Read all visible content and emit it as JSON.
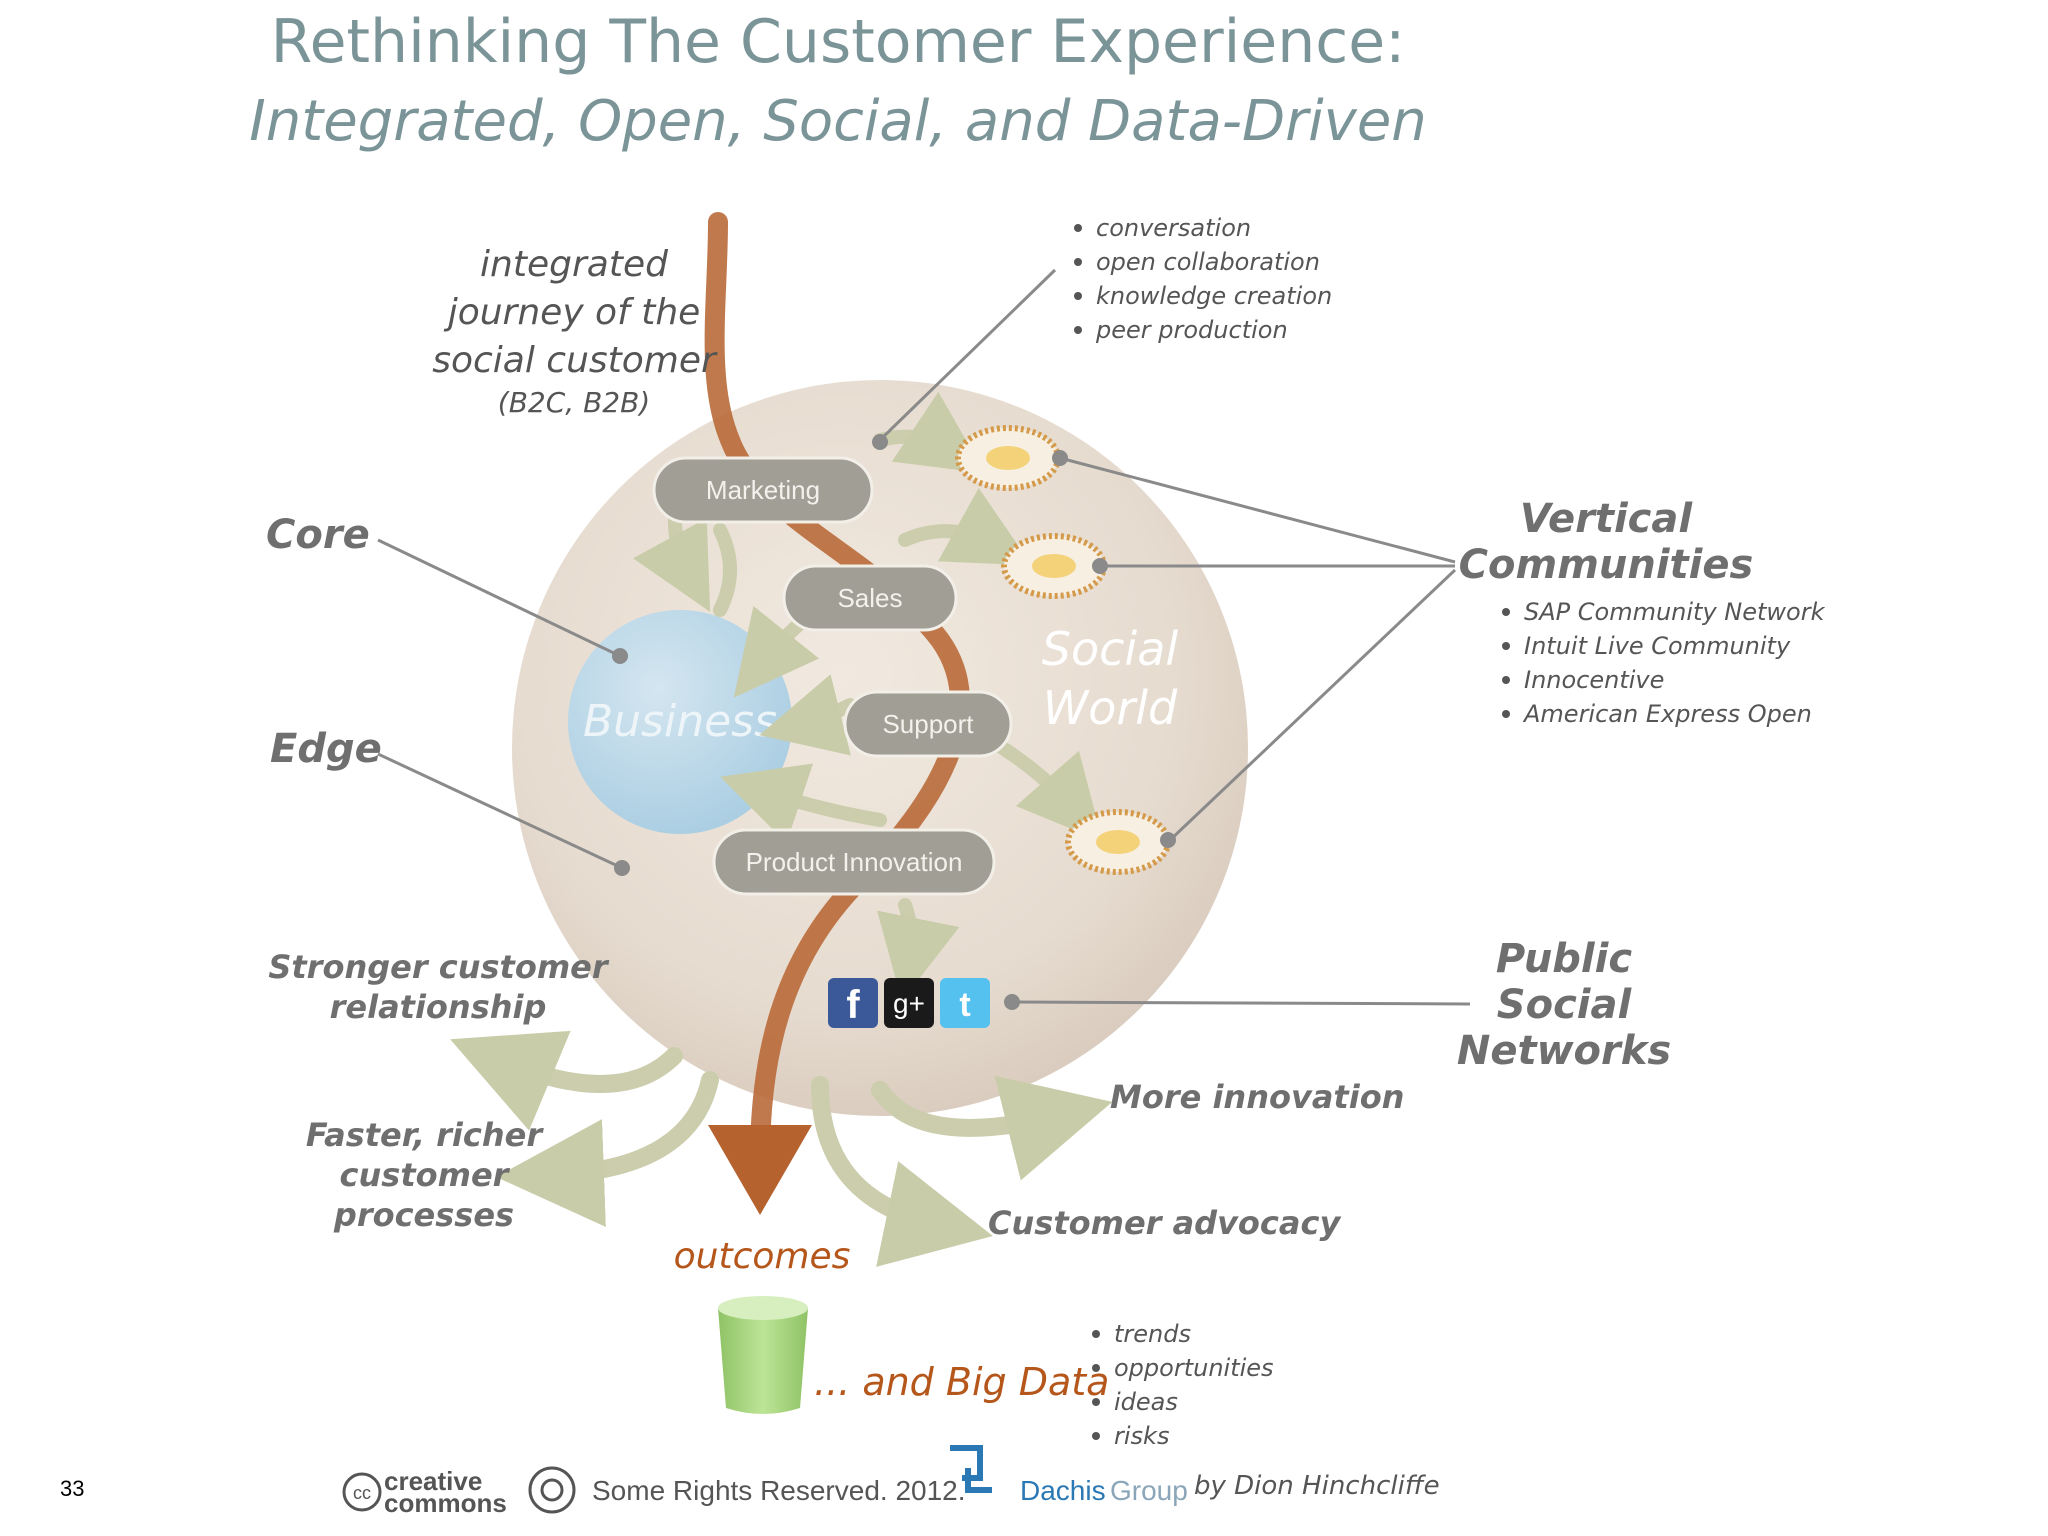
{
  "title": {
    "line1": "Rethinking The Customer Experience:",
    "line2": "Integrated, Open, Social, and Data-Driven"
  },
  "journey": {
    "line1": "integrated",
    "line2": "journey of the",
    "line3": "social customer",
    "line4": "(B2C, B2B)"
  },
  "top_bullets": [
    "conversation",
    "open collaboration",
    "knowledge creation",
    "peer production"
  ],
  "labels": {
    "core": "Core",
    "edge": "Edge",
    "business": "Business",
    "social_line1": "Social",
    "social_line2": "World"
  },
  "pills": {
    "marketing": "Marketing",
    "sales": "Sales",
    "support": "Support",
    "product": "Product Innovation"
  },
  "vertical": {
    "line1": "Vertical",
    "line2": "Communities",
    "items": [
      "SAP Community Network",
      "Intuit Live Community",
      "Innocentive",
      "American Express Open"
    ]
  },
  "public": {
    "line1": "Public",
    "line2": "Social",
    "line3": "Networks"
  },
  "social_icons": {
    "facebook": "f",
    "googleplus": "g+",
    "twitter": "t"
  },
  "outcomes_list": {
    "stronger_1": "Stronger customer",
    "stronger_2": "relationship",
    "faster_1": "Faster, richer",
    "faster_2": "customer",
    "faster_3": "processes",
    "innovation": "More innovation",
    "advocacy": "Customer advocacy"
  },
  "outcomes": "outcomes",
  "big_data": "... and Big Data",
  "data_bullets": [
    "trends",
    "opportunities",
    "ideas",
    "risks"
  ],
  "footer": {
    "cc_1": "creative",
    "cc_2": "commons",
    "rights": "Some Rights Reserved. 2012.",
    "dachis_1": "Dachis",
    "dachis_2": "Group",
    "author": "by Dion Hinchcliffe"
  },
  "slide_number": "33",
  "colors": {
    "title": "#7a9498",
    "journey_arrow": "#b96a3a",
    "outcome_text": "#b5561b",
    "sphere": "#e9ded3",
    "business": "#b9d6e6",
    "pill": "#9c9a91",
    "soft_arrow": "#c8cba8",
    "bucket": "#a6d47c"
  }
}
